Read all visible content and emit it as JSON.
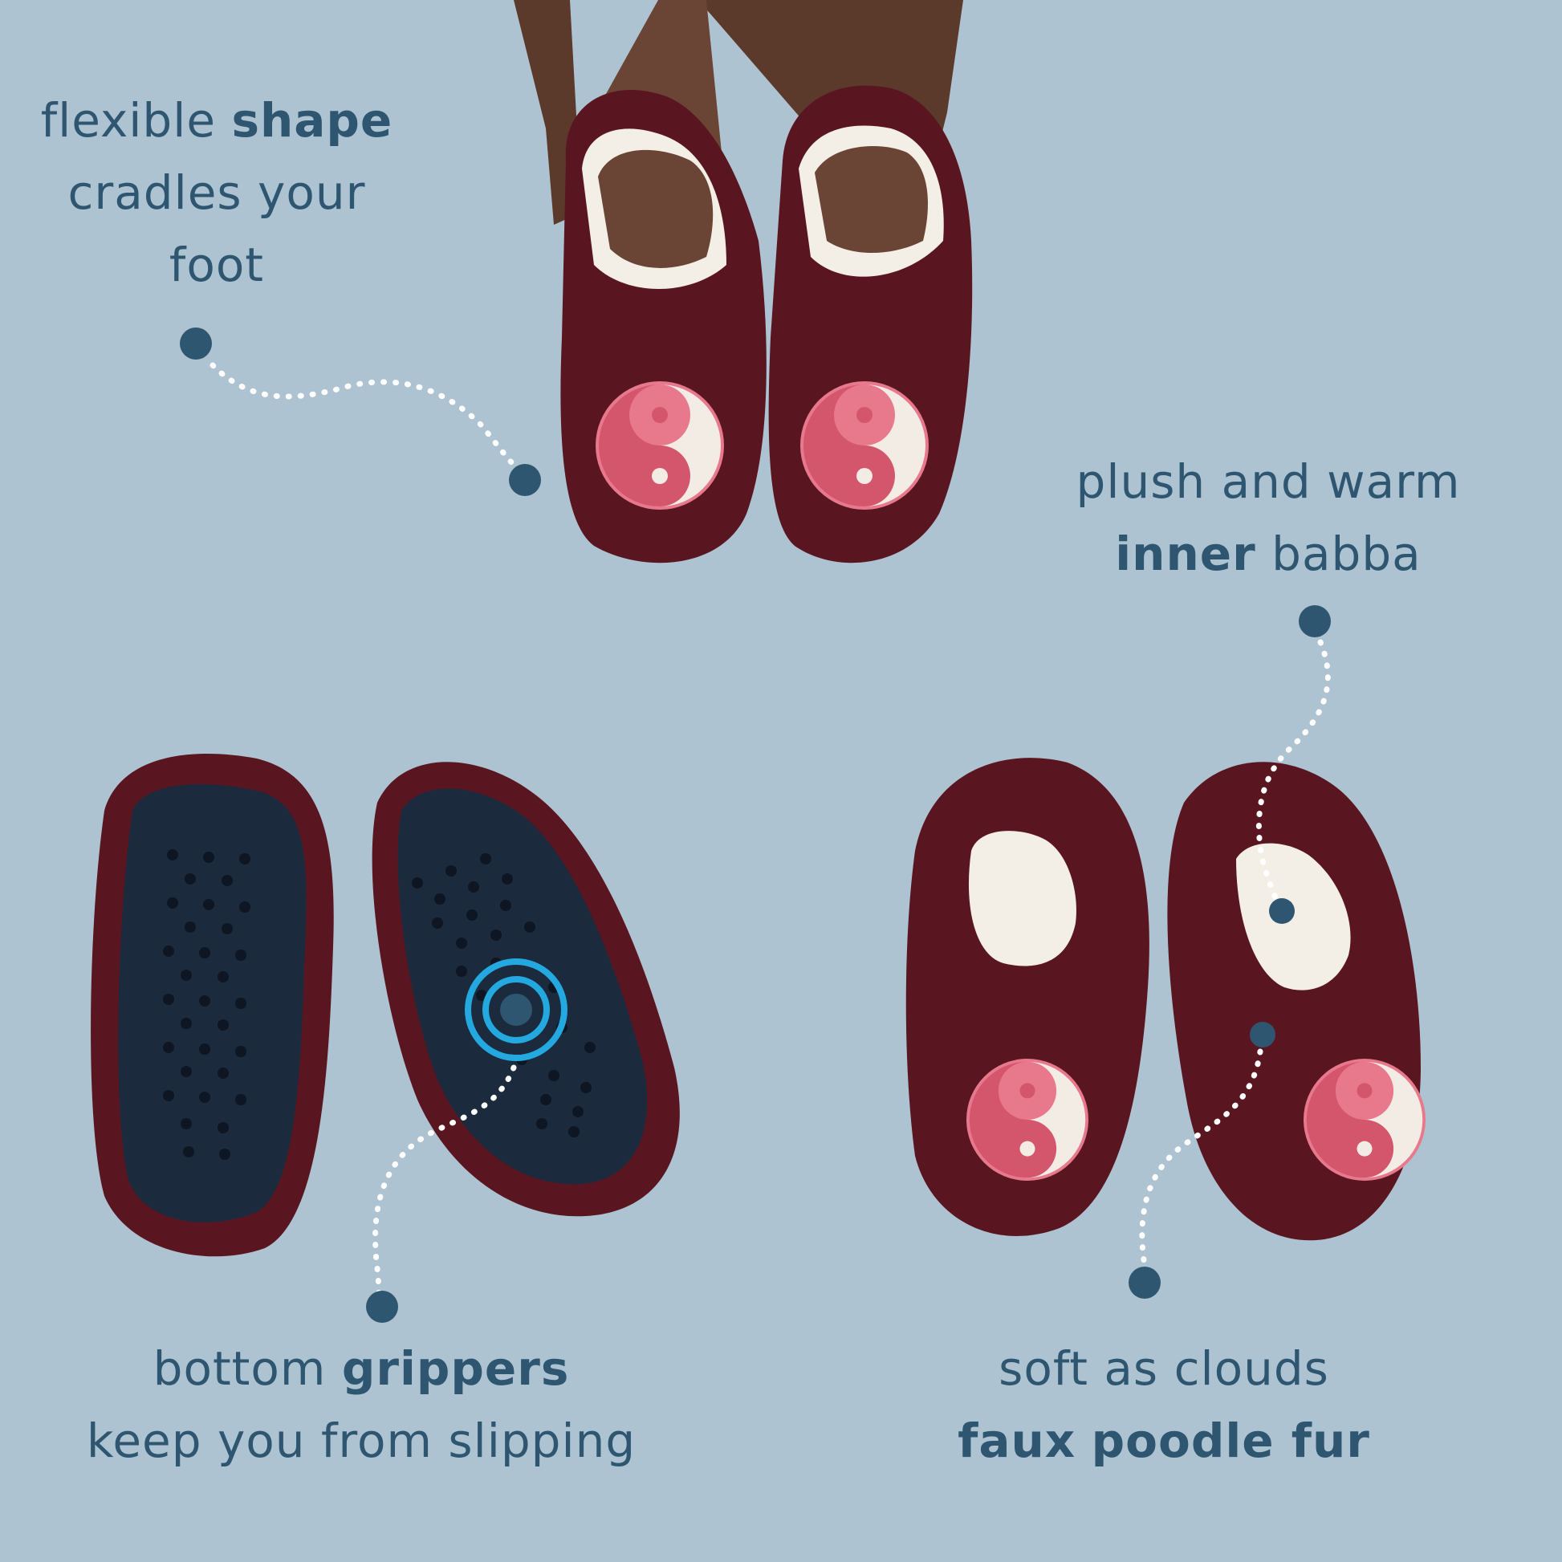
{
  "captions": {
    "shape": {
      "line1_plain": "flexible ",
      "line1_bold": "shape",
      "line2": "cradles your",
      "line3": "foot"
    },
    "inner": {
      "line1": "plush and warm",
      "line2_bold": "inner",
      "line2_plain": " babba"
    },
    "grippers": {
      "line1_plain": "bottom ",
      "line1_bold": "grippers",
      "line2": "keep you from slipping"
    },
    "fur": {
      "line1": "soft as clouds",
      "line2_bold_a": "faux",
      "line2_bold_b": "poodle fur"
    }
  },
  "colors": {
    "background": "#aec3d1",
    "text": "#2f5670",
    "marker": "#2f5670",
    "slipper": "#5a1620",
    "lining": "#f4efe6",
    "sole": "#1b2a3d",
    "accent_ring": "#23a9e0",
    "patch_pink": "#d9687d"
  },
  "icons": {
    "yin_yang": "yin-yang-patch",
    "marker": "callout-dot",
    "target": "target-rings"
  }
}
